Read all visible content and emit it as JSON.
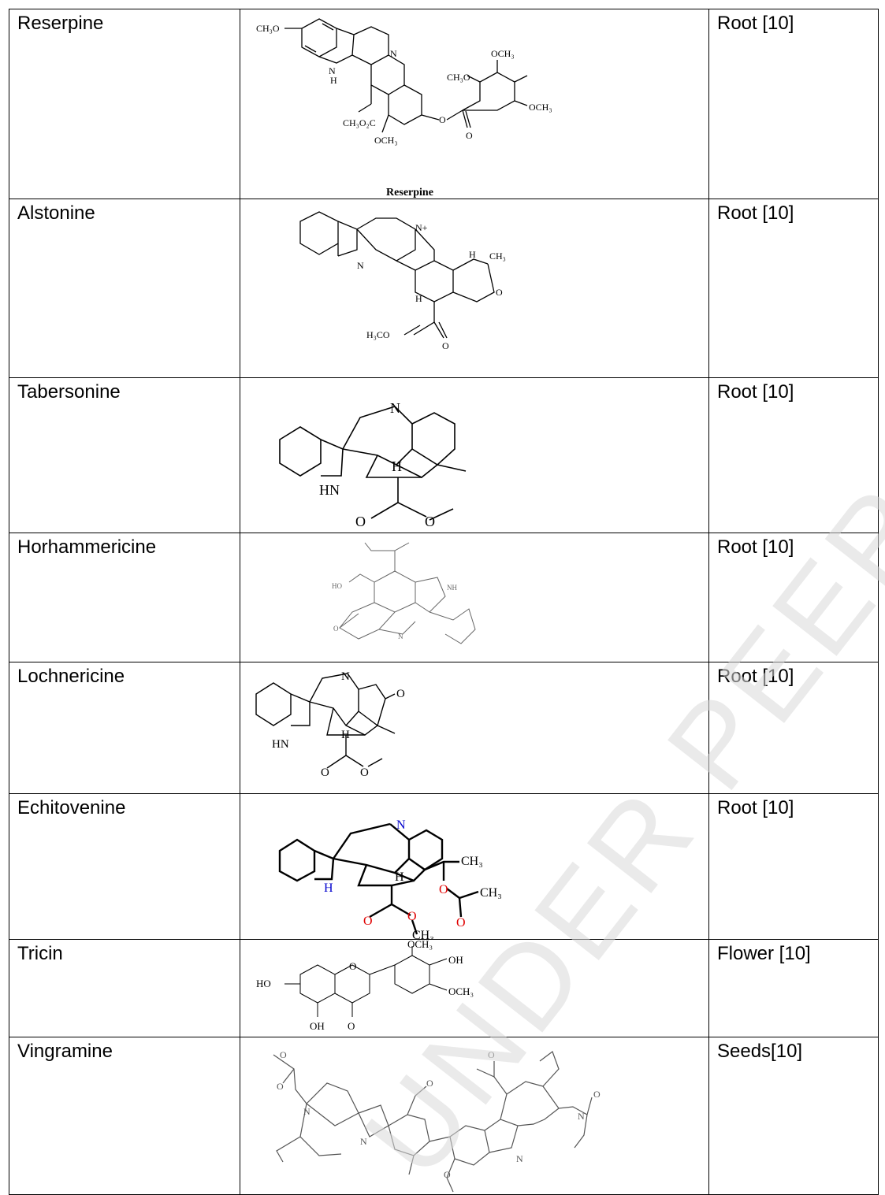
{
  "table": {
    "rows": [
      {
        "name": "Reserpine",
        "source": "Root [10]",
        "structure_labels": [
          "CH3O",
          "N",
          "H",
          "N",
          "CH3O",
          "OCH3",
          "OCH3",
          "CH3O2C",
          "OCH3",
          "O",
          "O"
        ],
        "caption": "Reserpine"
      },
      {
        "name": "Alstonine",
        "source": "Root [10]",
        "structure_labels": [
          "N",
          "N+",
          "H",
          "CH3",
          "H",
          "O",
          "H3CO",
          "O"
        ]
      },
      {
        "name": "Tabersonine",
        "source": "Root [10]",
        "structure_labels": [
          "N",
          "H",
          "HN",
          "O",
          "O"
        ]
      },
      {
        "name": "Horhammericine",
        "source": "Root [10]",
        "structure_labels": [
          "HO",
          "NH",
          "O",
          "N"
        ]
      },
      {
        "name": "Lochnericine",
        "source": "Root [10]",
        "structure_labels": [
          "N",
          "O",
          "H",
          "HN",
          "O",
          "O"
        ]
      },
      {
        "name": "Echitovenine",
        "source": "Root [10]",
        "structure_labels": [
          "N",
          "CH3",
          "H",
          "O",
          "CH3",
          "H",
          "O",
          "O",
          "CH3"
        ]
      },
      {
        "name": "Tricin",
        "source": "Flower [10]",
        "structure_labels": [
          "OCH3",
          "OH",
          "HO",
          "O",
          "OCH3",
          "OH",
          "O"
        ]
      },
      {
        "name": "Vingramine",
        "source": "Seeds[10]",
        "structure_labels": [
          "O",
          "O",
          "O",
          "O",
          "N",
          "N",
          "N",
          "N",
          "O",
          "O"
        ]
      }
    ]
  },
  "watermark": "UNDER PEER REVIEW"
}
